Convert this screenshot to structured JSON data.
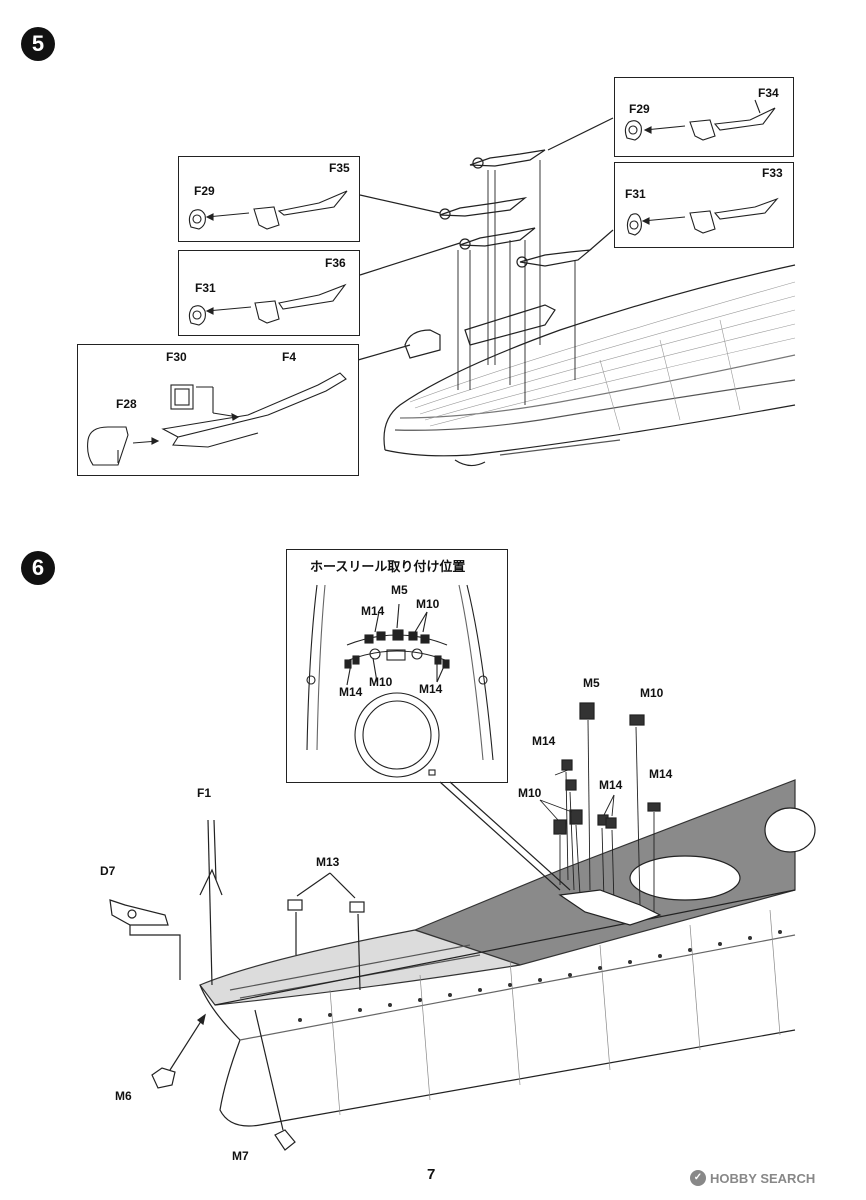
{
  "step5": {
    "number": "5",
    "labels": {
      "f34": "F34",
      "f29_top": "F29",
      "f33": "F33",
      "f31_right": "F31",
      "f35": "F35",
      "f29_left": "F29",
      "f36": "F36",
      "f31_left": "F31",
      "f30": "F30",
      "f4": "F4",
      "f28": "F28"
    }
  },
  "step6": {
    "number": "6",
    "inset_title": "ホースリール取り付け位置",
    "inset_labels": {
      "m5": "M5",
      "m14_a": "M14",
      "m10_a": "M10",
      "m14_b": "M14",
      "m10_b": "M10",
      "m14_c": "M14"
    },
    "labels": {
      "m5": "M5",
      "m10_top": "M10",
      "m14_top": "M14",
      "m10_mid": "M10",
      "m14_mid": "M14",
      "m14_right": "M14",
      "f1": "F1",
      "d7": "D7",
      "m13": "M13",
      "m6": "M6",
      "m7": "M7"
    }
  },
  "footer": {
    "page_number": "7",
    "watermark": "HOBBY SEARCH"
  }
}
